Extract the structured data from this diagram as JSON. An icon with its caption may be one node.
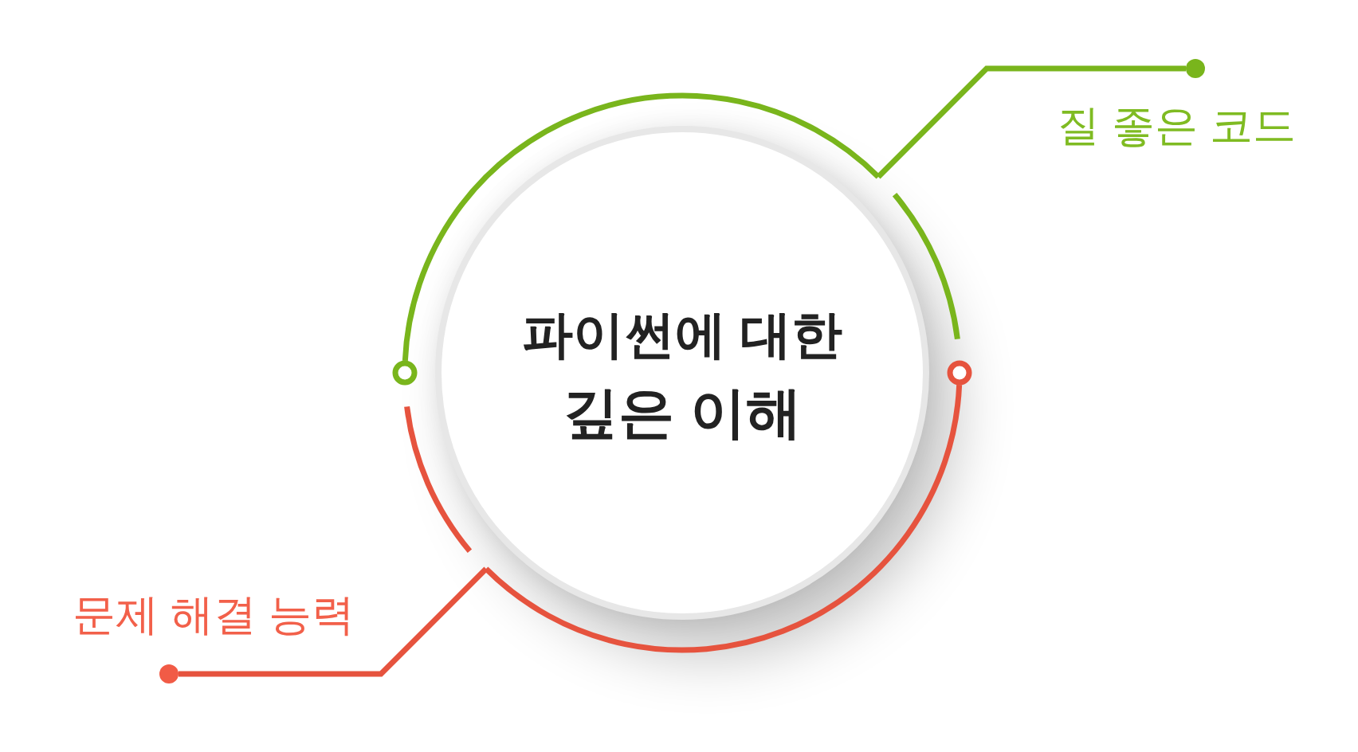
{
  "diagram": {
    "nodes": [
      {
        "text": [
          "파이썬에 대한",
          "깊은 이해"
        ]
      },
      {
        "text": [],
        "shape": "circle",
        "beside": [
          "질 좋은 코드"
        ]
      },
      {
        "text": [],
        "shape": "circle",
        "beside": [
          "문제 해결 능력"
        ]
      }
    ],
    "edges": [
      {
        "from": 0,
        "to": 1,
        "arrow": "none",
        "color": "#79b51c"
      },
      {
        "from": 0,
        "to": 2,
        "arrow": "none",
        "color": "#e6533e"
      }
    ]
  }
}
